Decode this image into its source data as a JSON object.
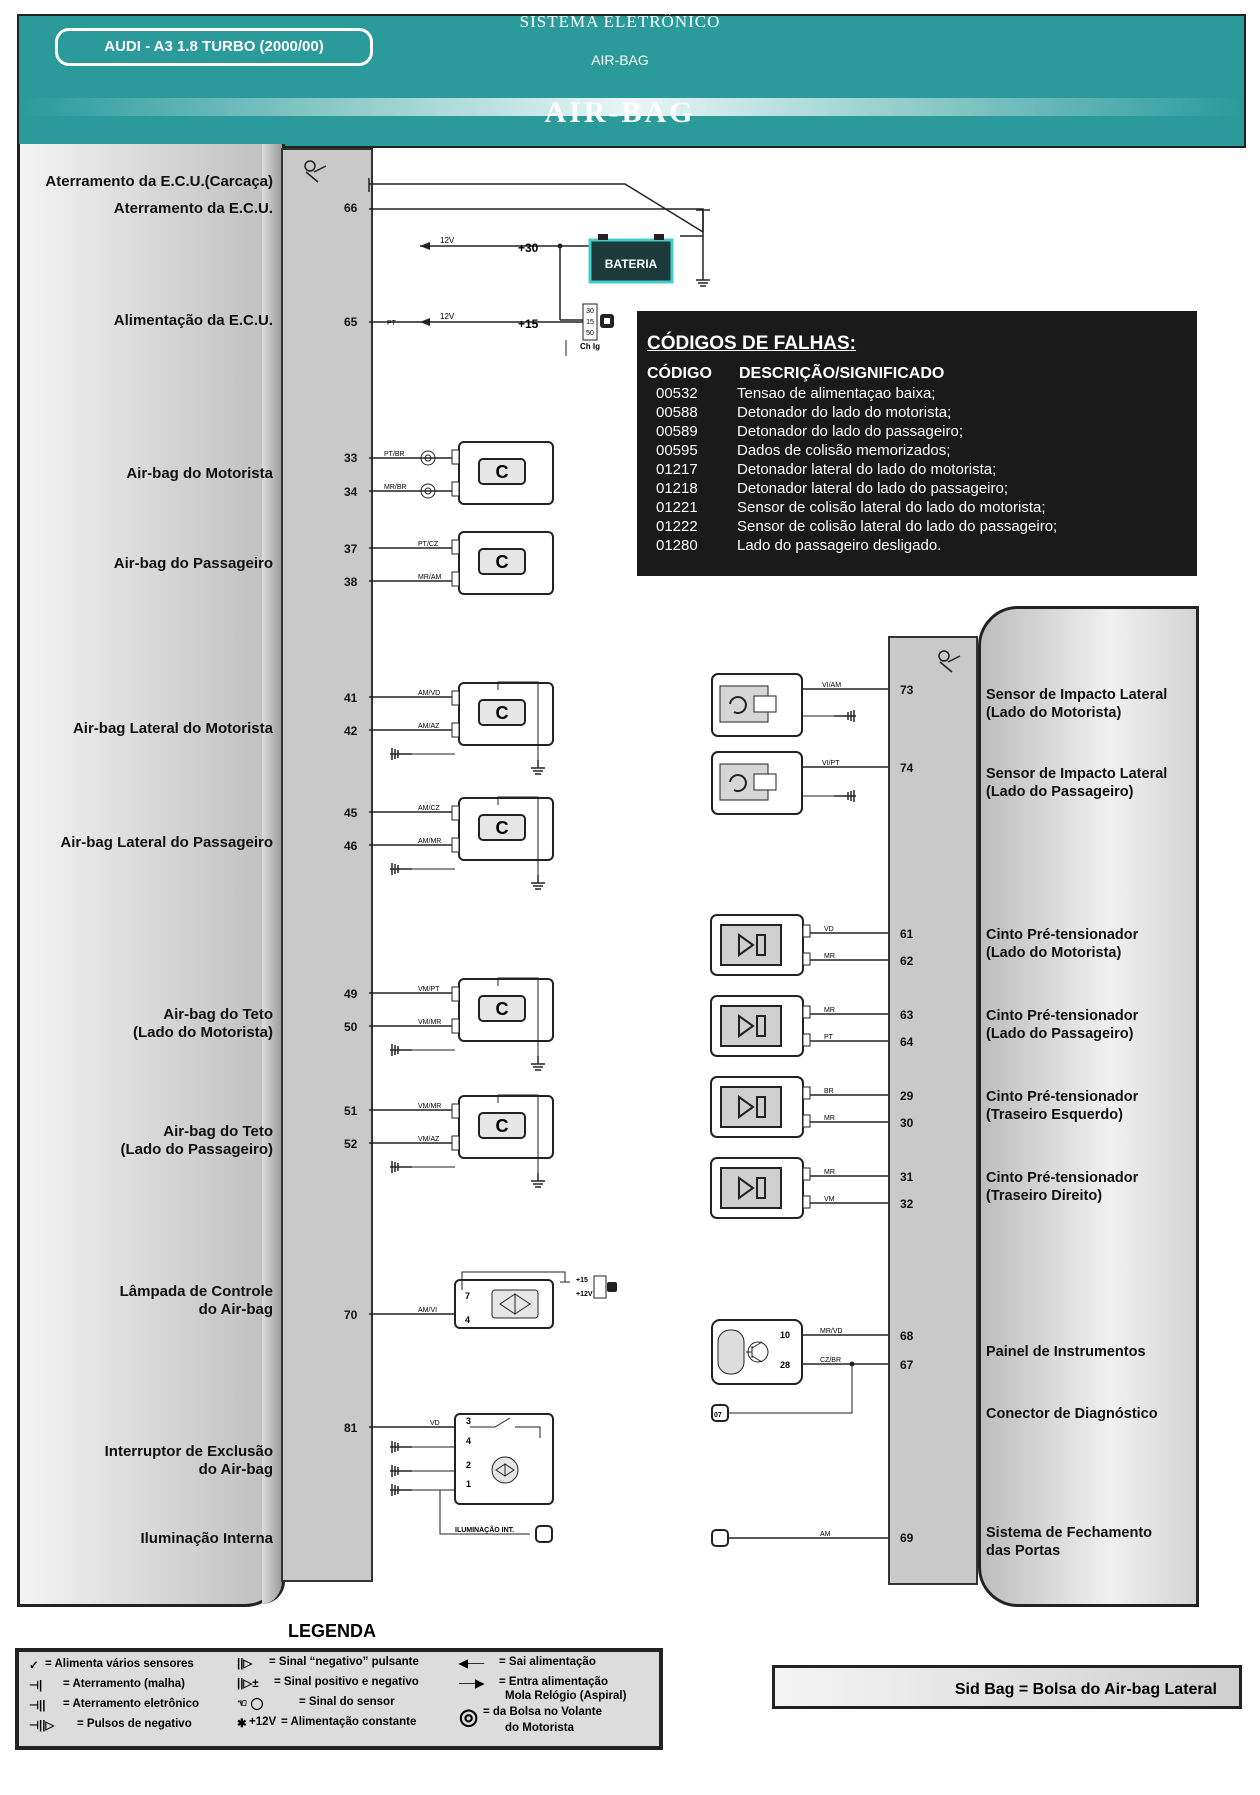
{
  "header": {
    "model": "AUDI - A3 1.8 TURBO (2000/00)",
    "system_title": "SISTEMA ELETRÔNICO",
    "system_subtitle": "AIR-BAG",
    "main_title": "AIR-BAG"
  },
  "left_labels": [
    {
      "text": "Aterramento da E.C.U.(Carcaça)",
      "pin": ""
    },
    {
      "text": "Aterramento da E.C.U.",
      "pin": "66"
    },
    {
      "text": "Alimentação da E.C.U.",
      "pin": "65"
    },
    {
      "text": "Air-bag do Motorista",
      "pins": [
        "33",
        "34"
      ]
    },
    {
      "text": "Air-bag do Passageiro",
      "pins": [
        "37",
        "38"
      ]
    },
    {
      "text": "Air-bag Lateral do Motorista",
      "pins": [
        "41",
        "42"
      ]
    },
    {
      "text": "Air-bag Lateral do Passageiro",
      "pins": [
        "45",
        "46"
      ]
    },
    {
      "text1": "Air-bag do Teto",
      "text2": "(Lado do Motorista)",
      "pins": [
        "49",
        "50"
      ]
    },
    {
      "text1": "Air-bag do Teto",
      "text2": "(Lado do Passageiro)",
      "pins": [
        "51",
        "52"
      ]
    },
    {
      "text1": "Lâmpada de Controle",
      "text2": "do Air-bag",
      "pin": "70"
    },
    {
      "text1": "Interruptor de Exclusão",
      "text2": "do Air-bag",
      "pin": "81"
    },
    {
      "text": "Iluminação Interna"
    }
  ],
  "wires_left": {
    "battery": "BATERIA",
    "plus30": "+30",
    "plus15": "+15",
    "v12": "12V",
    "pt": "PT",
    "chig": "Ch Ig",
    "ign_pins": [
      "30",
      "15",
      "50"
    ],
    "w33": "PT/BR",
    "w34": "MR/BR",
    "w37": "PT/CZ",
    "w38": "MR/AM",
    "w41": "AM/VD",
    "w42": "AM/AZ",
    "w45": "AM/CZ",
    "w46": "AM/MR",
    "w49": "VM/PT",
    "w50": "VM/MR",
    "w51": "VM/MR",
    "w52": "VM/AZ",
    "w70": "AM/VI",
    "lamp_pins": [
      "7",
      "4"
    ],
    "lamp_plus15": "+15",
    "lamp_12v": "+12V",
    "w81": "VD",
    "switch_pins": [
      "3",
      "4",
      "2",
      "1"
    ],
    "ilum": "ILUMINAÇÃO INT."
  },
  "right_labels": [
    {
      "text1": "Sensor de Impacto Lateral",
      "text2": "(Lado do Motorista)",
      "pin": "73",
      "wire": "VI/AM"
    },
    {
      "text1": "Sensor de Impacto Lateral",
      "text2": "(Lado do Passageiro)",
      "pin": "74",
      "wire": "VI/PT"
    },
    {
      "text1": "Cinto Pré-tensionador",
      "text2": "(Lado do Motorista)",
      "pins": [
        "61",
        "62"
      ],
      "wires": [
        "VD",
        "MR"
      ]
    },
    {
      "text1": "Cinto Pré-tensionador",
      "text2": "(Lado do Passageiro)",
      "pins": [
        "63",
        "64"
      ],
      "wires": [
        "MR",
        "PT"
      ]
    },
    {
      "text1": "Cinto Pré-tensionador",
      "text2": "(Traseiro Esquerdo)",
      "pins": [
        "29",
        "30"
      ],
      "wires": [
        "BR",
        "MR"
      ]
    },
    {
      "text1": "Cinto Pré-tensionador",
      "text2": "(Traseiro Direito)",
      "pins": [
        "31",
        "32"
      ],
      "wires": [
        "MR",
        "VM"
      ]
    },
    {
      "text": "Painel de Instrumentos",
      "pins": [
        "68",
        "67"
      ],
      "wires": [
        "MR/VD",
        "CZ/BR"
      ],
      "inner_pins": [
        "10",
        "28"
      ]
    },
    {
      "text": "Conector de Diagnóstico",
      "conn": "07"
    },
    {
      "text1": "Sistema de Fechamento",
      "text2": "das Portas",
      "pin": "69",
      "wire": "AM"
    }
  ],
  "fault_codes": {
    "title": "CÓDIGOS DE FALHAS:",
    "col_code": "CÓDIGO",
    "col_desc": "DESCRIÇÃO/SIGNIFICADO",
    "rows": [
      {
        "code": "00532",
        "desc": "Tensao de alimentaçao baixa;"
      },
      {
        "code": "00588",
        "desc": "Detonador do lado do motorista;"
      },
      {
        "code": "00589",
        "desc": "Detonador do lado do passageiro;"
      },
      {
        "code": "00595",
        "desc": "Dados de colisão memorizados;"
      },
      {
        "code": "01217",
        "desc": "Detonador lateral do lado do motorista;"
      },
      {
        "code": "01218",
        "desc": "Detonador lateral do lado do passageiro;"
      },
      {
        "code": "01221",
        "desc": "Sensor de colisão lateral do lado do motorista;"
      },
      {
        "code": "01222",
        "desc": "Sensor de colisão lateral do lado do passageiro;"
      },
      {
        "code": "01280",
        "desc": "Lado do passageiro desligado."
      }
    ]
  },
  "legend": {
    "title": "LEGENDA",
    "items": [
      "= Alimenta vários sensores",
      "= Aterramento (malha)",
      "= Aterramento eletrônico",
      "= Pulsos de negativo",
      "= Sinal “negativo” pulsante",
      "= Sinal positivo e negativo",
      "= Sinal do sensor",
      "= Alimentação constante",
      "= Sai alimentação",
      "= Entra alimentação",
      "Mola Relógio (Aspiral)",
      "= da Bolsa no Volante",
      "do Motorista",
      "+12V"
    ]
  },
  "note": "Sid Bag = Bolsa do Air-bag Lateral"
}
